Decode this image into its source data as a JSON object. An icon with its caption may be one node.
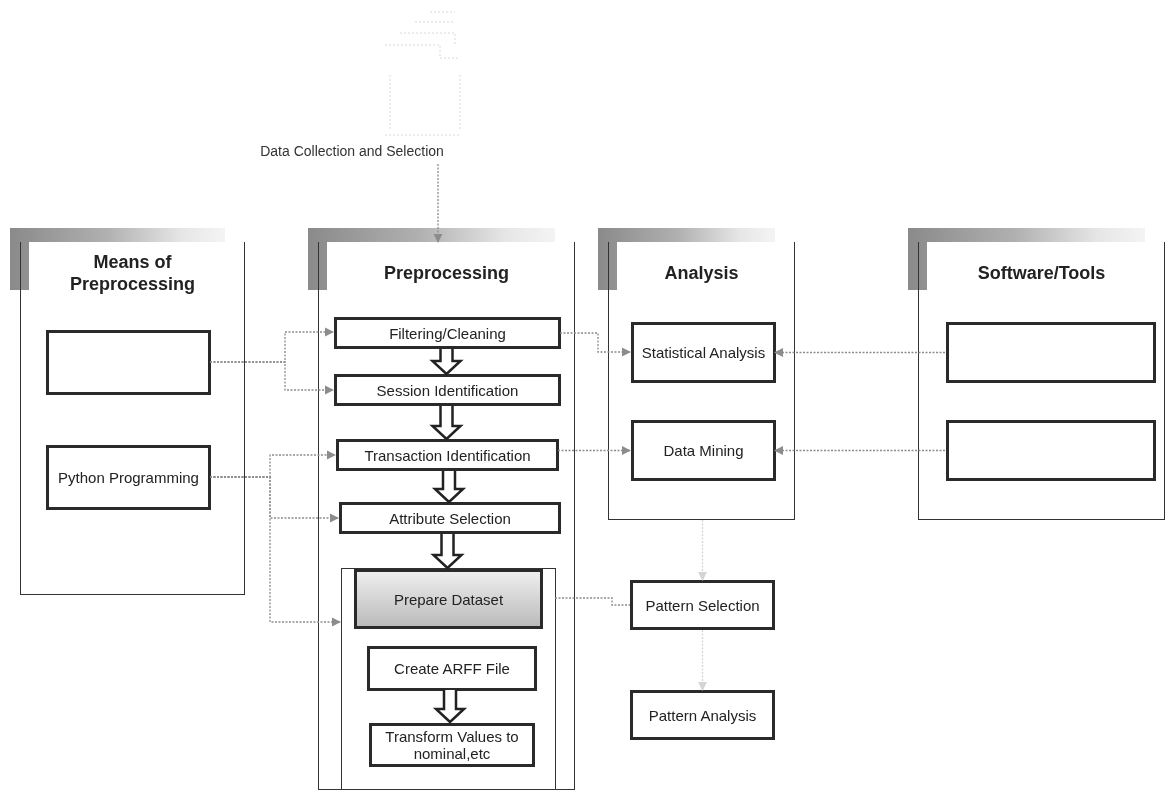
{
  "diagram": {
    "nodes": [
      {
        "text": [
          "Data Collection and Selection"
        ]
      },
      {
        "text": [
          "Means of Preprocessing"
        ]
      },
      {
        "text": [],
        "shape": "box",
        "in": 1
      },
      {
        "text": [
          "Python Programming"
        ],
        "in": 1
      },
      {
        "text": [
          "Preprocessing"
        ]
      },
      {
        "text": [
          "Filtering/Cleaning"
        ],
        "in": 4
      },
      {
        "text": [
          "Session Identification"
        ],
        "in": 4
      },
      {
        "text": [
          "Transaction Identification"
        ],
        "in": 4
      },
      {
        "text": [
          "Attribute Selection"
        ],
        "in": 4
      },
      {
        "text": [
          "Prepare Dataset"
        ],
        "in": 4
      },
      {
        "text": [
          "Create ARFF File"
        ],
        "in": 9
      },
      {
        "text": [
          "Transform Values to nominal,etc"
        ],
        "in": 9
      },
      {
        "text": [
          "Analysis"
        ]
      },
      {
        "text": [
          "Statistical Analysis"
        ],
        "in": 12
      },
      {
        "text": [
          "Data Mining"
        ],
        "in": 12
      },
      {
        "text": [
          "Pattern Selection"
        ]
      },
      {
        "text": [
          "Pattern Analysis"
        ]
      },
      {
        "text": [
          "Software/Tools"
        ]
      },
      {
        "text": [],
        "shape": "box",
        "in": 17
      },
      {
        "text": [],
        "shape": "box",
        "in": 17
      }
    ],
    "edges": [
      {
        "from": 0,
        "to": 4,
        "arrow": "to"
      },
      {
        "from": 2,
        "to": 5,
        "arrow": "to"
      },
      {
        "from": 2,
        "to": 6,
        "arrow": "to"
      },
      {
        "from": 3,
        "to": 7,
        "arrow": "to"
      },
      {
        "from": 3,
        "to": 8,
        "arrow": "to"
      },
      {
        "from": 3,
        "to": 9,
        "arrow": "to"
      },
      {
        "from": 5,
        "to": 6,
        "arrow": "to",
        "style": "thick"
      },
      {
        "from": 6,
        "to": 7,
        "arrow": "to",
        "style": "thick"
      },
      {
        "from": 7,
        "to": 8,
        "arrow": "to",
        "style": "thick"
      },
      {
        "from": 8,
        "to": 9,
        "arrow": "to",
        "style": "thick"
      },
      {
        "from": 10,
        "to": 11,
        "arrow": "to",
        "style": "thick"
      },
      {
        "from": 5,
        "to": 13,
        "arrow": "to"
      },
      {
        "from": 7,
        "to": 14,
        "arrow": "to"
      },
      {
        "from": 9,
        "to": 15,
        "arrow": "none"
      },
      {
        "from": 18,
        "to": 13,
        "arrow": "to"
      },
      {
        "from": 19,
        "to": 14,
        "arrow": "to"
      },
      {
        "from": 12,
        "to": 15,
        "arrow": "to",
        "color": "#d4d4d4"
      },
      {
        "from": 15,
        "to": 16,
        "arrow": "to",
        "color": "#d4d4d4"
      }
    ]
  }
}
